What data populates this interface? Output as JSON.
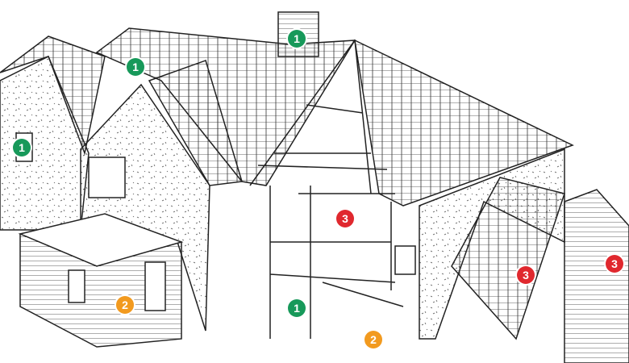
{
  "colors": {
    "green": "#17995a",
    "orange": "#f29a1f",
    "red": "#e0282e",
    "line": "#222222"
  },
  "badges": [
    {
      "label": "1",
      "color": "green"
    },
    {
      "label": "1",
      "color": "green"
    },
    {
      "label": "1",
      "color": "green"
    },
    {
      "label": "1",
      "color": "green"
    },
    {
      "label": "2",
      "color": "orange"
    },
    {
      "label": "2",
      "color": "orange"
    },
    {
      "label": "3",
      "color": "red"
    },
    {
      "label": "3",
      "color": "red"
    },
    {
      "label": "3",
      "color": "red"
    }
  ]
}
